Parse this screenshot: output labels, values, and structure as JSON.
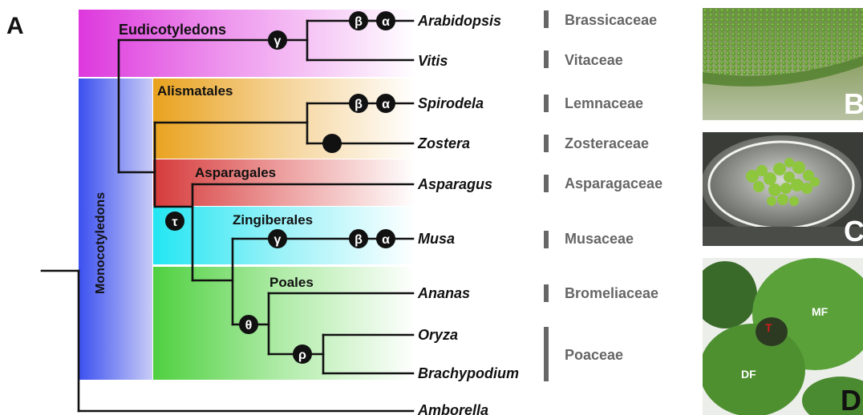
{
  "panel_a": {
    "letter": "A",
    "clades": {
      "eudicots": "Eudicotyledons",
      "monocots": "Monocotyledons",
      "alismatales": "Alismatales",
      "asparagales": "Asparagales",
      "zingiberales": "Zingiberales",
      "poales": "Poales"
    },
    "taxa": [
      {
        "species": "Arabidopsis",
        "family": "Brassicaceae"
      },
      {
        "species": "Vitis",
        "family": "Vitaceae"
      },
      {
        "species": "Spirodela",
        "family": "Lemnaceae"
      },
      {
        "species": "Zostera",
        "family": "Zosteraceae"
      },
      {
        "species": "Asparagus",
        "family": "Asparagaceae"
      },
      {
        "species": "Musa",
        "family": "Musaceae"
      },
      {
        "species": "Ananas",
        "family": "Bromeliaceae"
      },
      {
        "species": "Oryza",
        "family": "Poaceae"
      },
      {
        "species": "Brachypodium",
        "family": ""
      },
      {
        "species": "Amborella",
        "family": ""
      }
    ],
    "wgd_events": {
      "gamma": "γ",
      "beta": "β",
      "alpha": "α",
      "tau": "τ",
      "theta": "θ",
      "rho": "ρ"
    }
  },
  "panel_b": {
    "letter": "B"
  },
  "panel_c": {
    "letter": "C"
  },
  "panel_d": {
    "letter": "D",
    "labels": {
      "mother": "MF",
      "daughter": "DF",
      "turion": "T"
    }
  },
  "colors": {
    "eudicots": "#e040e0",
    "monocots": "#4a5ef0",
    "alismatales": "#e8a020",
    "asparagales": "#d84040",
    "zingiberales": "#30e0f0",
    "poales": "#50d040",
    "branch": "#111111",
    "family_text": "#666666"
  }
}
